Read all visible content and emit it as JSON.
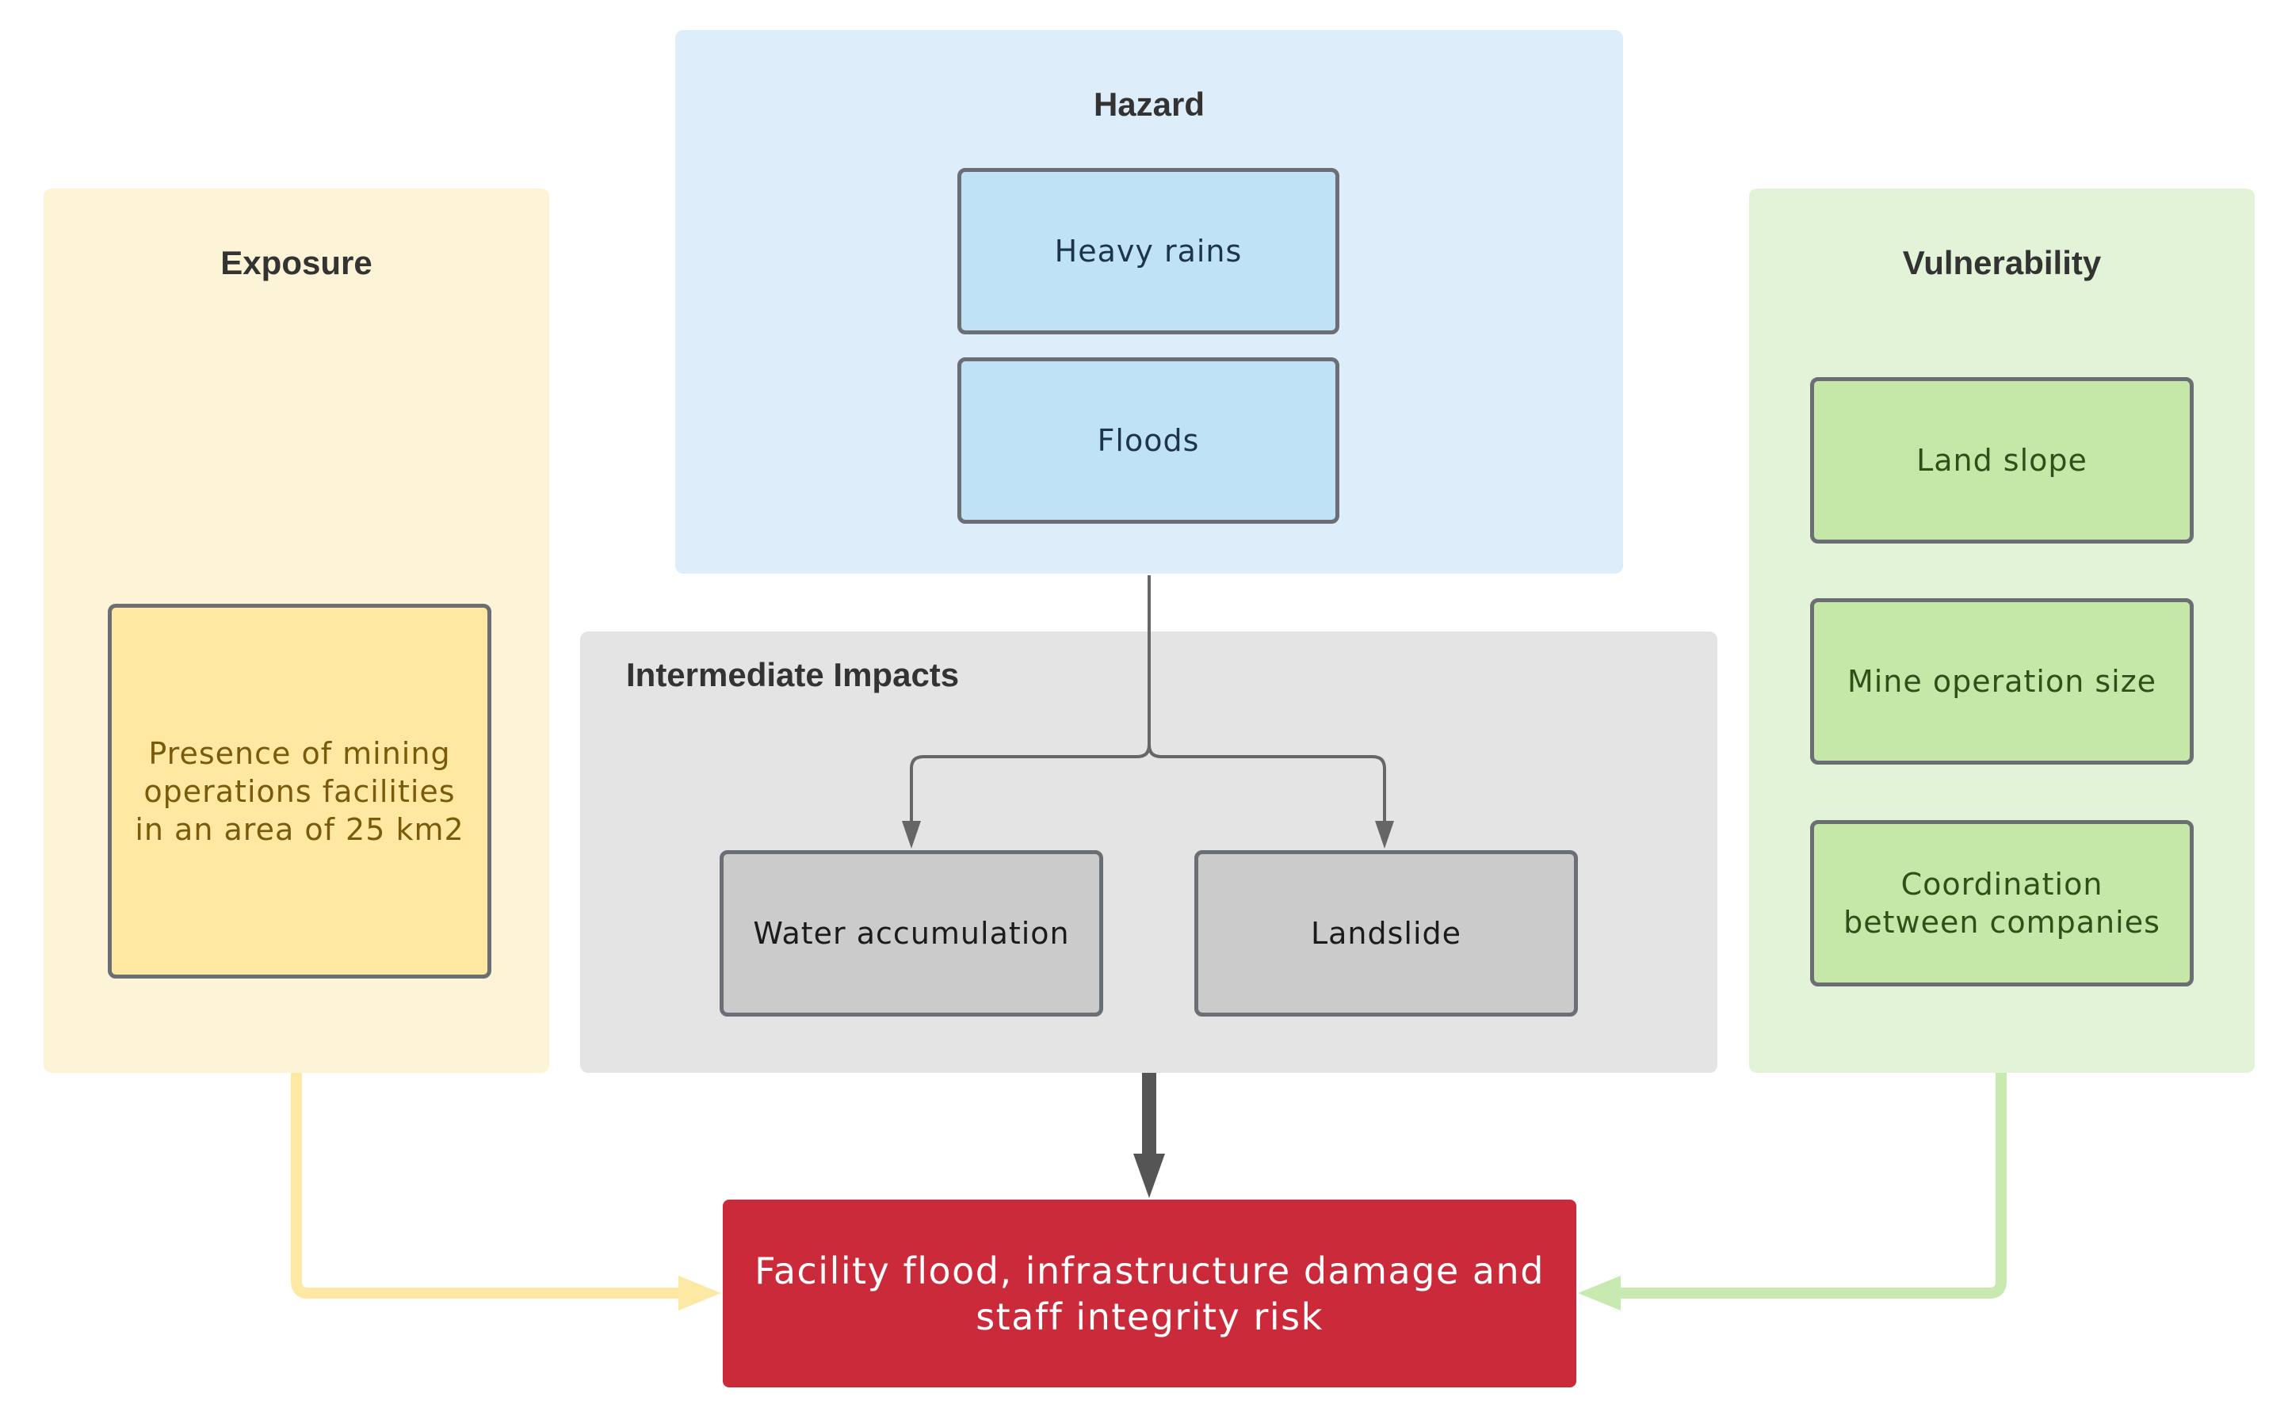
{
  "hazard": {
    "title": "Hazard",
    "items": [
      "Heavy rains",
      "Floods"
    ]
  },
  "exposure": {
    "title": "Exposure",
    "item": "Presence of mining operations facilities in an area of 25 km2"
  },
  "vulnerability": {
    "title": "Vulnerability",
    "items": [
      "Land slope",
      "Mine operation size",
      "Coordination between companies"
    ]
  },
  "intermediate_impacts": {
    "title": "Intermediate Impacts",
    "items": [
      "Water accumulation",
      "Landslide"
    ]
  },
  "outcome": {
    "label": "Facility flood, infrastructure damage and staff integrity risk"
  },
  "colors": {
    "hazard_panel": "#ddeefa",
    "hazard_node": "#bfe2f6",
    "exposure_panel": "#fdf3d6",
    "exposure_node": "#fee8a2",
    "vulnerability_panel": "#e2f3d8",
    "vulnerability_node": "#c5e8a8",
    "impacts_panel": "#e4e4e4",
    "impacts_node": "#cbcbcb",
    "outcome": "#cb2a3a",
    "node_border": "#6b6f75",
    "arrow_dark": "#555555",
    "arrow_exposure": "#fde9a3",
    "arrow_vulnerability": "#c8eab0"
  }
}
